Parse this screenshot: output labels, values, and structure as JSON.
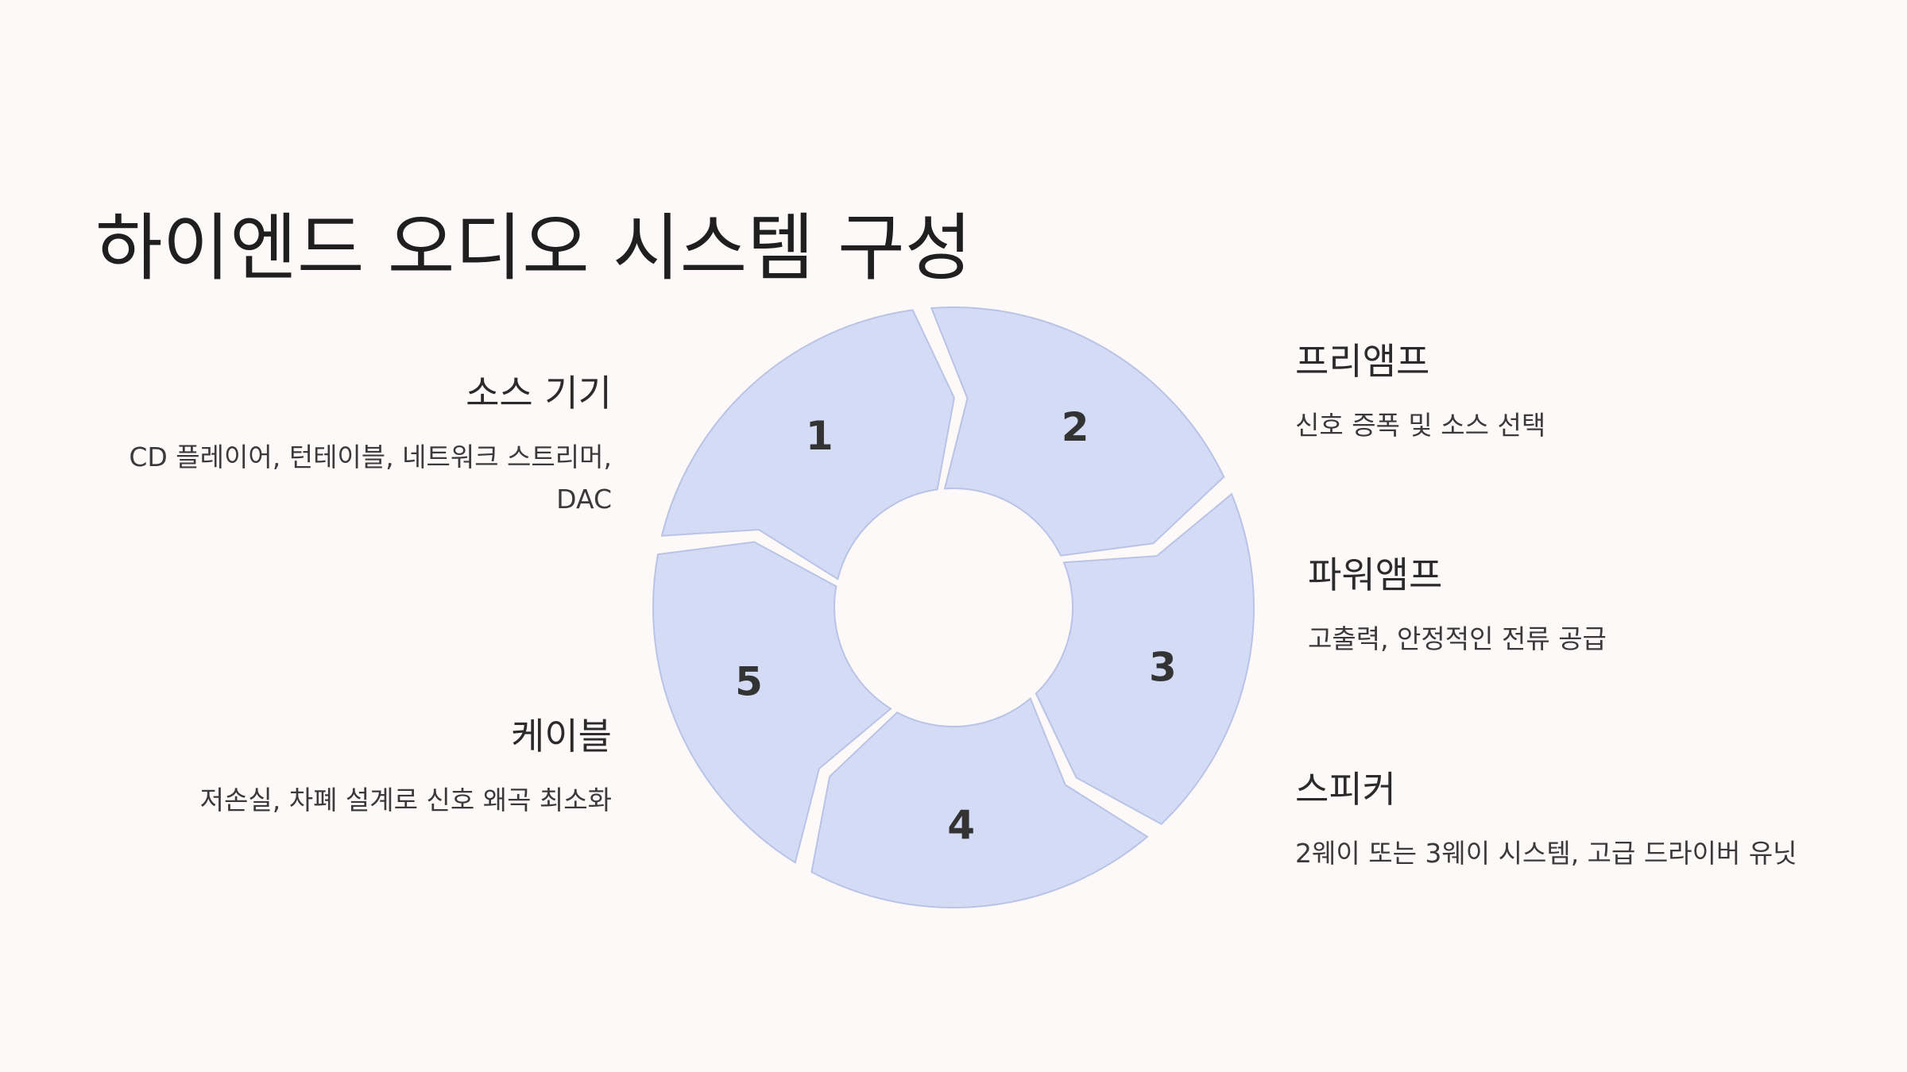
{
  "title": "하이엔드 오디오 시스템 구성",
  "steps": [
    {
      "number": "1",
      "title": "소스 기기",
      "desc_line1": "CD 플레이어, 턴테이블, 네트워크 스트리머,",
      "desc_line2": "DAC"
    },
    {
      "number": "2",
      "title": "프리앰프",
      "desc": "신호 증폭 및 소스 선택"
    },
    {
      "number": "3",
      "title": "파워앰프",
      "desc": "고출력, 안정적인 전류 공급"
    },
    {
      "number": "4",
      "title": "스피커",
      "desc": "2웨이 또는 3웨이 시스템, 고급 드라이버 유닛"
    },
    {
      "number": "5",
      "title": "케이블",
      "desc": "저손실, 차폐 설계로 신호 왜곡 최소화"
    }
  ],
  "colors": {
    "background": "#fdf9f8",
    "segment_fill": "#d4dcf5",
    "segment_stroke": "#b9c3e6",
    "text": "#2b2b2b"
  }
}
